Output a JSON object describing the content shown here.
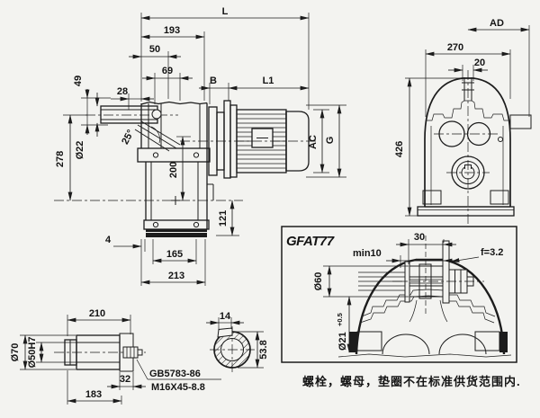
{
  "drawing": {
    "colors": {
      "line": "#1c1c1c",
      "background": "#f3f3f0"
    },
    "note": "螺栓，螺母，垫圈不在标准供货范围内.",
    "side_view": {
      "dims": {
        "L": "L",
        "n193": "193",
        "n50": "50",
        "n69": "69",
        "n28": "28",
        "n49": "49",
        "phi22": "Ø22",
        "angle": "25°",
        "n278": "278",
        "n200": "200",
        "B": "B",
        "L1": "L1",
        "AC": "AC",
        "G": "G",
        "n121": "121",
        "n4": "4",
        "n165": "165",
        "n213": "213"
      }
    },
    "front_view": {
      "dims": {
        "AD": "AD",
        "n270": "270",
        "n20": "20",
        "n426": "426"
      }
    },
    "shaft_detail": {
      "dims": {
        "n210": "210",
        "phi70": "Ø70",
        "phi50": "Ø50H7",
        "n32": "32",
        "n183": "183"
      },
      "callout_line1": "GB5783-86",
      "callout_line2": "M16X45-8.8"
    },
    "section_detail": {
      "dims": {
        "n14": "14",
        "n53_8": "53.8"
      }
    },
    "mount_detail": {
      "title": "GFAT77",
      "dims": {
        "n30": "30",
        "min10": "min10",
        "f": "f=3.2",
        "phi60": "Ø60",
        "phi21": "Ø21",
        "phi21_tol": "+0.5"
      }
    }
  }
}
